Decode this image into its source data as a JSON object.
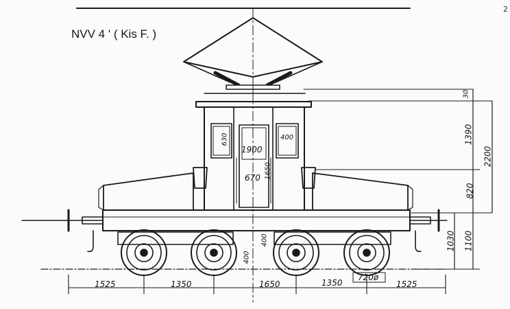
{
  "title": "NVV 4 ' ( Kis F. )",
  "page_marker": "2",
  "dimensions": {
    "bottom": [
      "1525",
      "1350",
      "1650",
      "1350",
      "1525"
    ],
    "wheel_diameter": "720ø",
    "right_vertical": [
      "30",
      "1390",
      "2200",
      "820",
      "1030",
      "1100"
    ],
    "window_width": "400",
    "window_height": "630",
    "cab_width": "1900",
    "door_width": "670",
    "door_height": "1650",
    "step_a": "400",
    "step_b": "400"
  }
}
